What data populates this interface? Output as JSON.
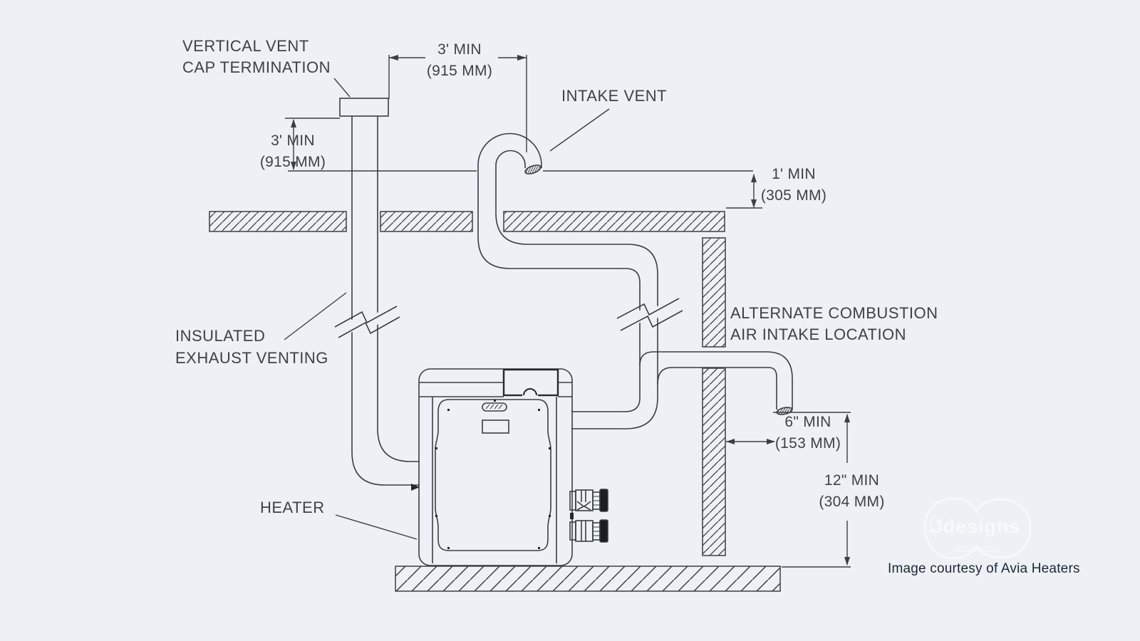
{
  "colors": {
    "background": "#edf1f6",
    "line": "#3b3e44",
    "text": "#3e4147",
    "caption_text": "#1e2734",
    "watermark": "#ffffff"
  },
  "labels": {
    "vent_cap": "VERTICAL VENT\nCAP TERMINATION",
    "intake_vent": "INTAKE VENT",
    "insulated_exhaust": "INSULATED\nEXHAUST VENTING",
    "alternate_intake": "ALTERNATE COMBUSTION\nAIR INTAKE LOCATION",
    "heater": "HEATER"
  },
  "dimensions": {
    "vent_top": {
      "value": "3' MIN",
      "metric": "(915 MM)"
    },
    "vent_left": {
      "value": "3' MIN",
      "metric": "(915 MM)"
    },
    "intake_above_roof": {
      "value": "1' MIN",
      "metric": "(305 MM)"
    },
    "intake_from_wall": {
      "value": "6\" MIN",
      "metric": "(153 MM)"
    },
    "intake_above_ground": {
      "value": "12\" MIN",
      "metric": "(304 MM)"
    }
  },
  "caption": "Image courtesy of Avia Heaters",
  "watermark": {
    "name": "Jdesigns"
  }
}
